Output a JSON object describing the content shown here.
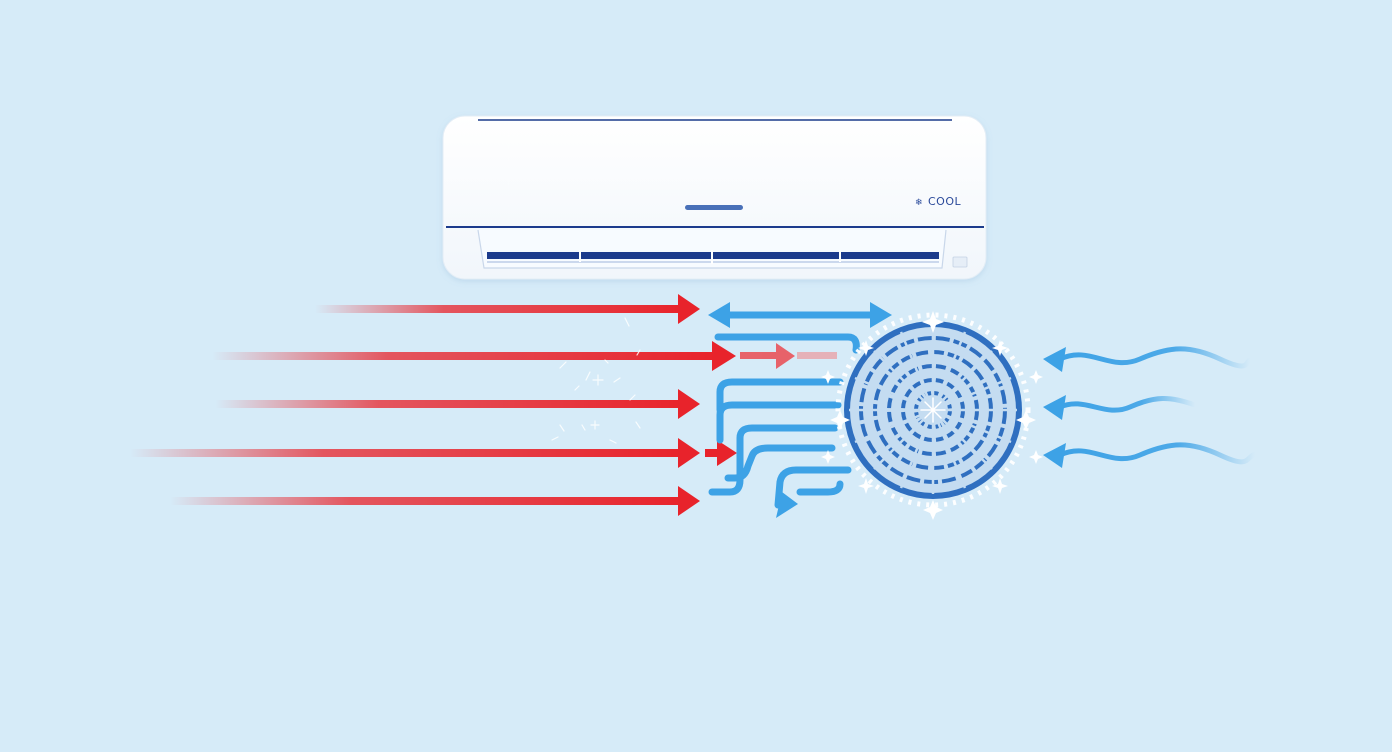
{
  "colors": {
    "background": "#d6ebf8",
    "hot_air": "#e8232b",
    "cool_air": "#3da2e6",
    "unit_body": "#ffffff",
    "unit_trim": "#1c3a8c",
    "coil": "#2f6fc0",
    "frost": "#ffffff"
  },
  "unit": {
    "brand_label": "COOL",
    "brand_icon": "snowflake-icon"
  },
  "diagram": {
    "hot_air_streams": 5,
    "cool_air_streams": 6,
    "return_air_streams": 3,
    "elements": [
      "air-conditioner-unit",
      "hot-air-arrows",
      "cool-air-arrows",
      "frosted-evaporator-coil",
      "return-air-waves"
    ]
  }
}
